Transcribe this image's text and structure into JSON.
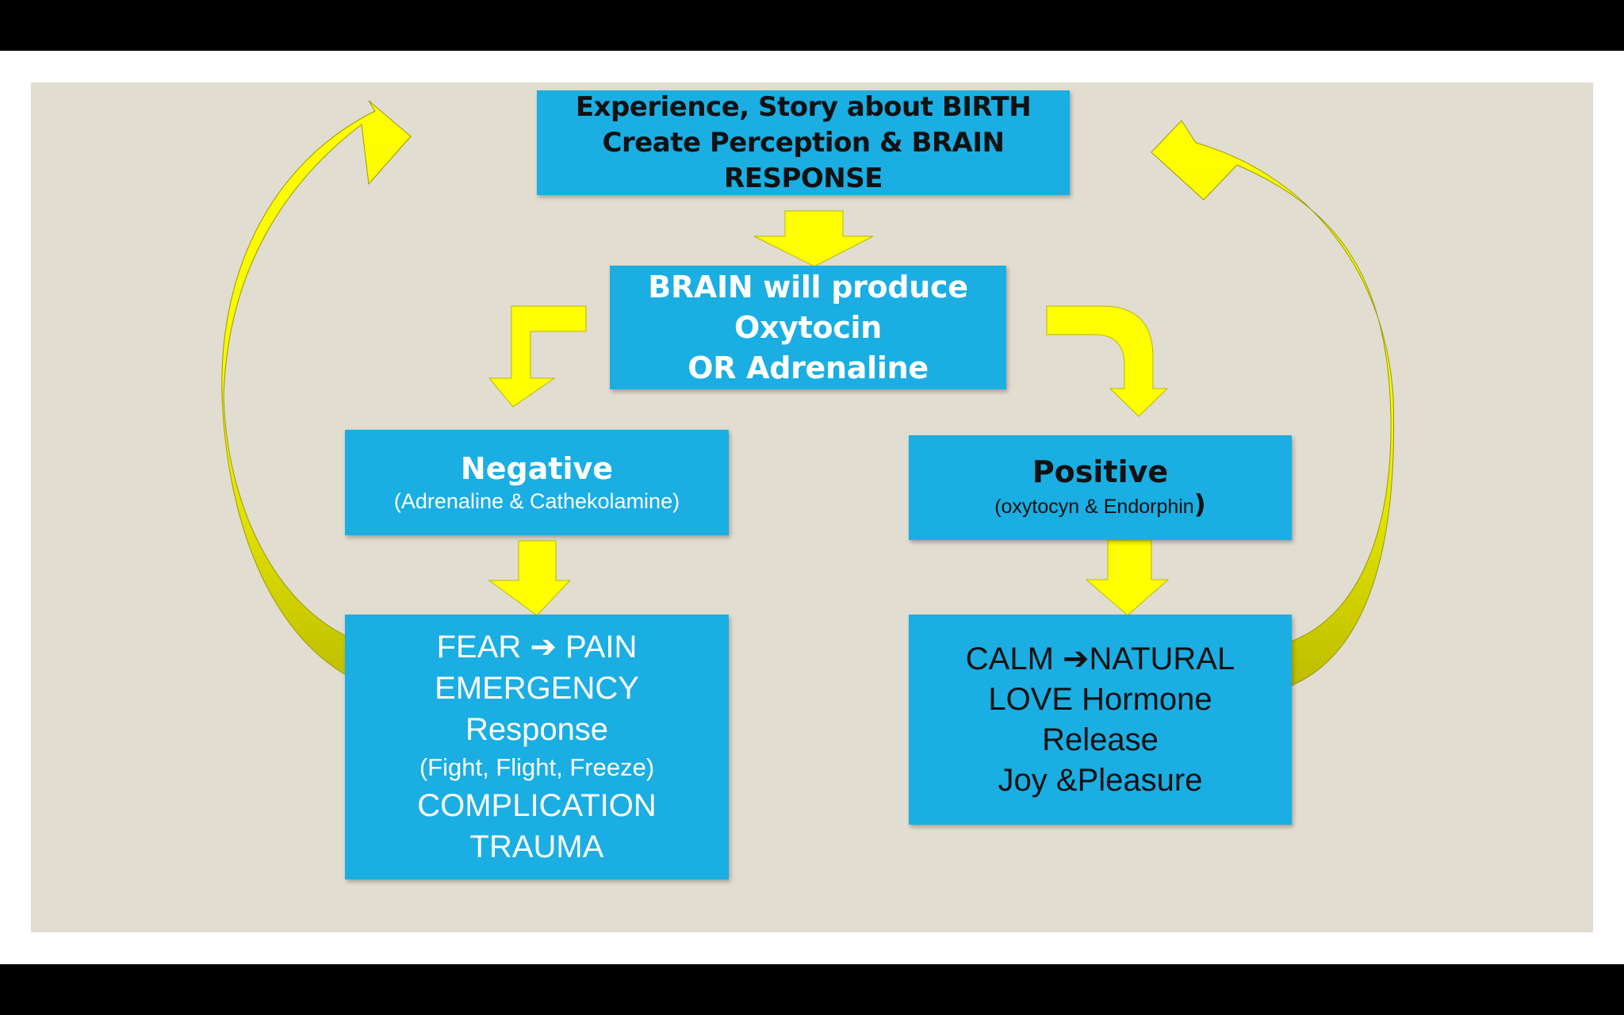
{
  "colors": {
    "background": "#000000",
    "canvas": "#ffffff",
    "slide": "#e2ddd1",
    "box": "#1aaee3",
    "arrow": "#ffff00",
    "arrow_dark": "#c8c800",
    "dark_text": "#111111",
    "light_text": "#ffffff"
  },
  "nodes": {
    "top": {
      "lines": [
        "Experience, Story about BIRTH",
        "Create Perception & BRAIN",
        "RESPONSE"
      ]
    },
    "brain": {
      "lines": [
        "BRAIN will produce",
        "Oxytocin",
        "OR Adrenaline"
      ]
    },
    "negative": {
      "title": "Negative",
      "subtitle": "(Adrenaline & Cathekolamine)"
    },
    "positive": {
      "title": "Positive",
      "subtitle": "(oxytocyn & Endorphin",
      "subtitle_end": ")"
    },
    "fear": {
      "line1_a": "FEAR ",
      "line1_arrow": "➔",
      "line1_b": " PAIN",
      "line2": "EMERGENCY",
      "line3": "Response",
      "line4": "(Fight, Flight, Freeze)",
      "line5": "COMPLICATION",
      "line6": "TRAUMA"
    },
    "calm": {
      "line1_a": "CALM ",
      "line1_arrow": "➔",
      "line1_b": "NATURAL",
      "line2": "LOVE Hormone",
      "line3": "Release",
      "line4": "Joy &Pleasure"
    }
  },
  "edges": [
    {
      "from": "top",
      "to": "brain"
    },
    {
      "from": "brain",
      "to": "negative"
    },
    {
      "from": "brain",
      "to": "positive"
    },
    {
      "from": "negative",
      "to": "fear"
    },
    {
      "from": "positive",
      "to": "calm"
    },
    {
      "from": "fear",
      "to": "top"
    },
    {
      "from": "calm",
      "to": "top"
    }
  ]
}
